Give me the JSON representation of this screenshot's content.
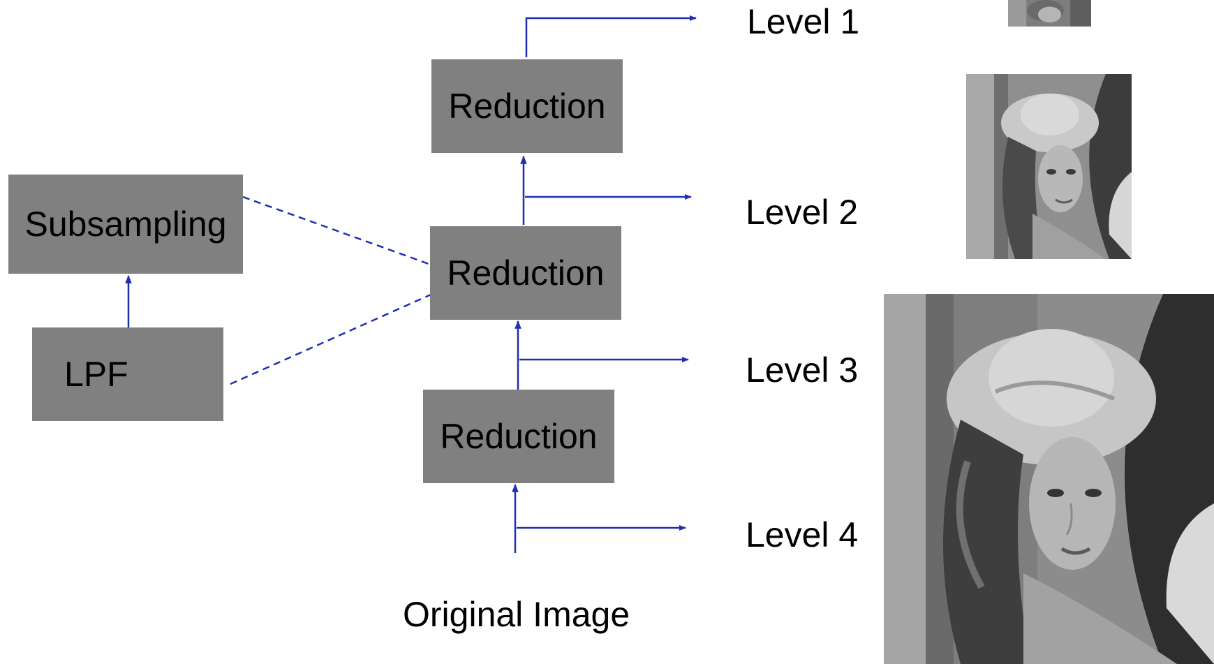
{
  "diagram": {
    "boxes": {
      "subsampling": "Subsampling",
      "lpf": "LPF",
      "reduction_top": "Reduction",
      "reduction_mid": "Reduction",
      "reduction_bottom": "Reduction"
    },
    "levels": [
      "Level 1",
      "Level 2",
      "Level 3",
      "Level 4"
    ],
    "caption": "Original Image",
    "colors": {
      "box_fill": "#808080",
      "arrow": "#1f2fb0",
      "text": "#000000"
    },
    "images": {
      "level_1": "portrait-photo-smallest",
      "level_2": "portrait-photo-medium",
      "level_4": "portrait-photo-original"
    }
  }
}
